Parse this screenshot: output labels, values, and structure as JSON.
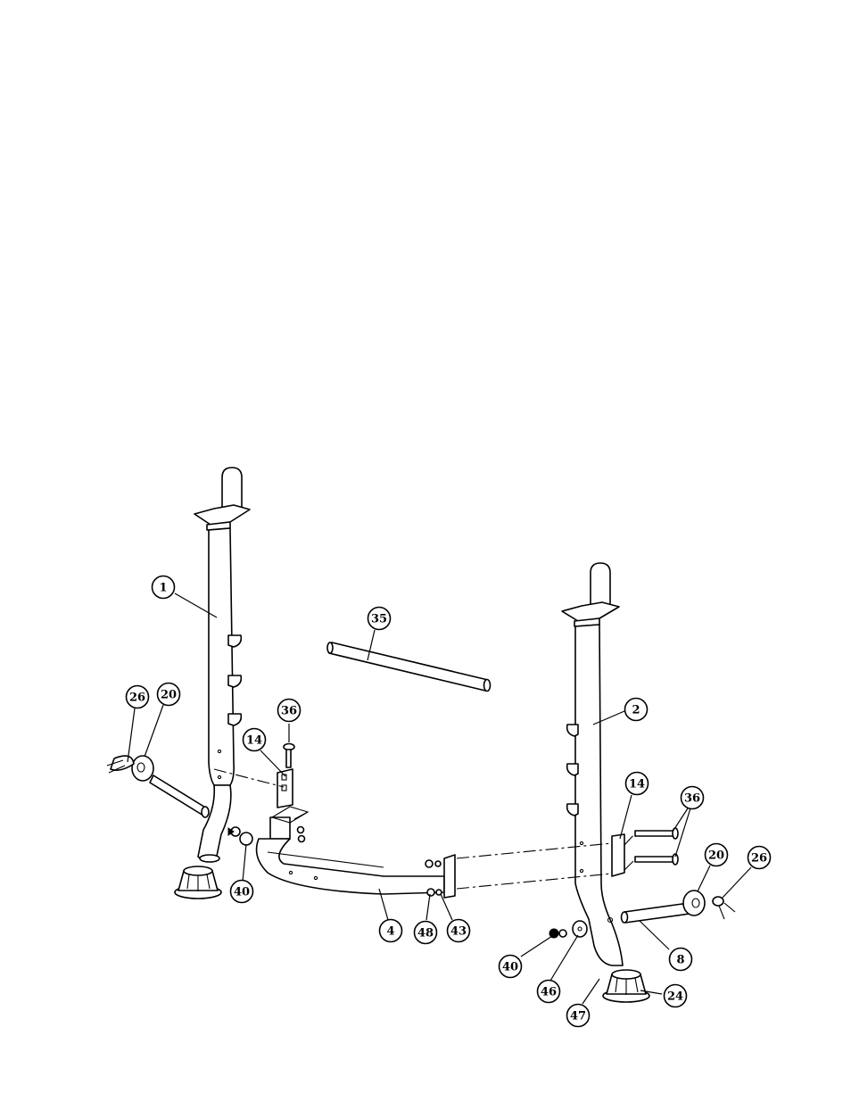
{
  "callouts": [
    {
      "id": "c1",
      "label": "1"
    },
    {
      "id": "c2",
      "label": "2"
    },
    {
      "id": "c35",
      "label": "35"
    },
    {
      "id": "c26a",
      "label": "26"
    },
    {
      "id": "c20a",
      "label": "20"
    },
    {
      "id": "c36a",
      "label": "36"
    },
    {
      "id": "c14a",
      "label": "14"
    },
    {
      "id": "c40a",
      "label": "40"
    },
    {
      "id": "c4",
      "label": "4"
    },
    {
      "id": "c48",
      "label": "48"
    },
    {
      "id": "c43",
      "label": "43"
    },
    {
      "id": "c14b",
      "label": "14"
    },
    {
      "id": "c36b",
      "label": "36"
    },
    {
      "id": "c20b",
      "label": "20"
    },
    {
      "id": "c26b",
      "label": "26"
    },
    {
      "id": "c8",
      "label": "8"
    },
    {
      "id": "c40b",
      "label": "40"
    },
    {
      "id": "c46",
      "label": "46"
    },
    {
      "id": "c47",
      "label": "47"
    },
    {
      "id": "c24",
      "label": "24"
    }
  ]
}
